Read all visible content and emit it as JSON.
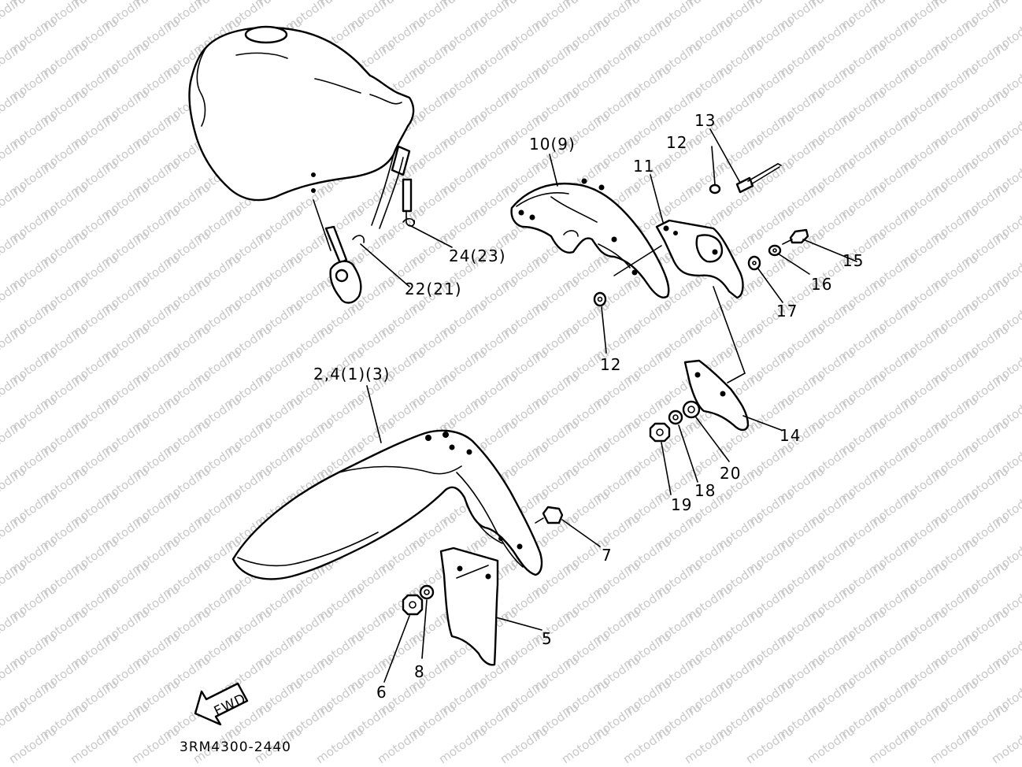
{
  "watermark": {
    "text": "motod.ru",
    "color": "#c8c8c8"
  },
  "drawing_code": "3RM4300-2440",
  "fwd_label": "FWD",
  "callouts": {
    "c10_9": "10(9)",
    "c13": "13",
    "c12_top": "12",
    "c11": "11",
    "c15": "15",
    "c16": "16",
    "c17": "17",
    "c12_bottom": "12",
    "c24_23": "24(23)",
    "c22_21": "22(21)",
    "c2_4_1_3": "2,4(1)(3)",
    "c14": "14",
    "c20": "20",
    "c18": "18",
    "c19": "19",
    "c7": "7",
    "c5": "5",
    "c8": "8",
    "c6": "6"
  }
}
